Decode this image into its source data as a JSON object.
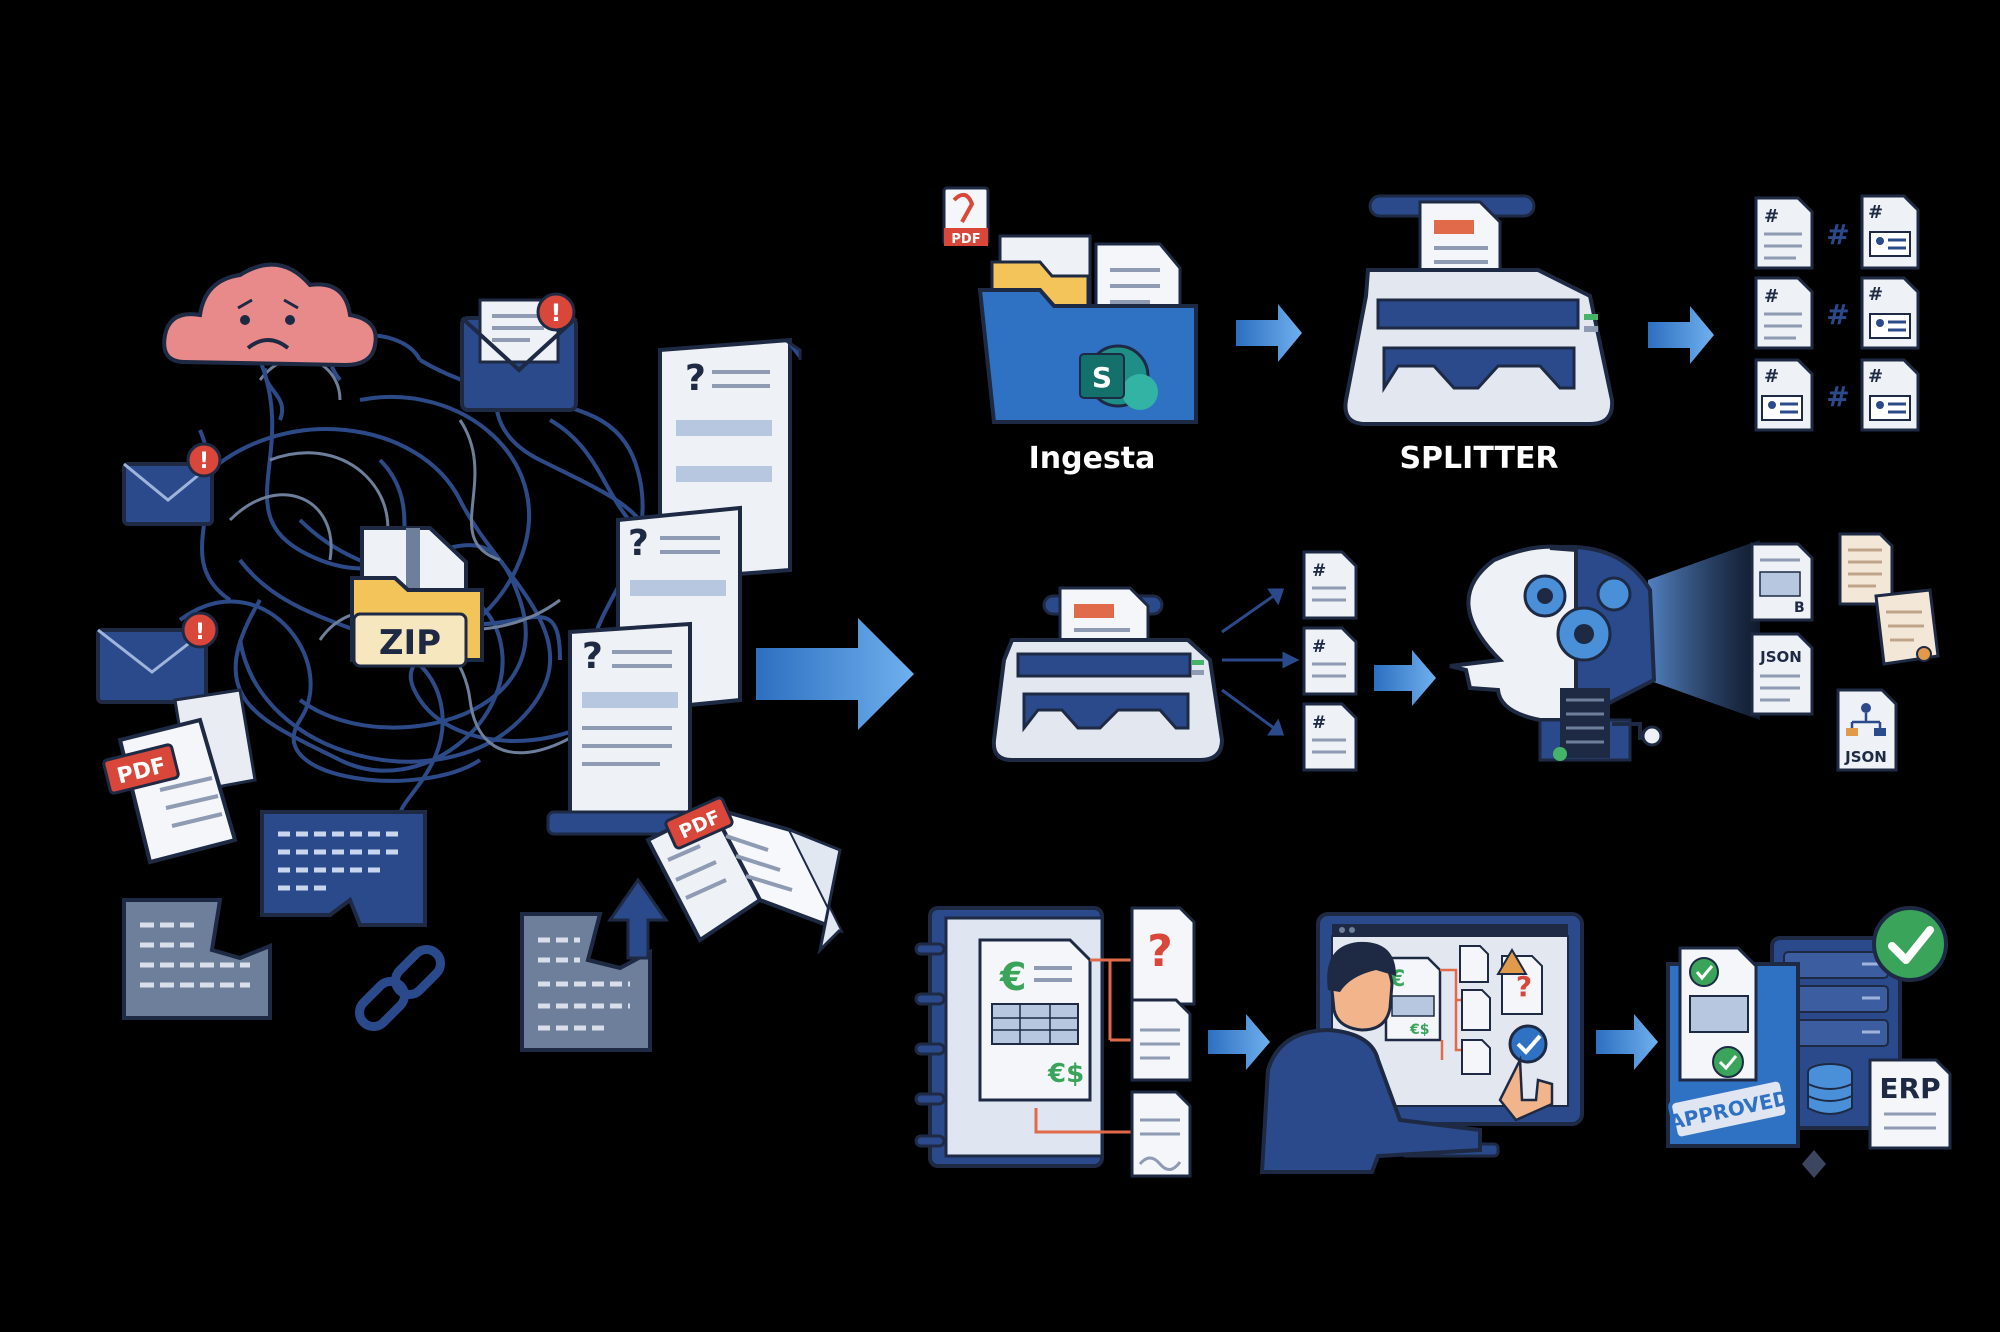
{
  "colors": {
    "background": "#000000",
    "navy": "#2b4a8c",
    "navy_dark": "#1c2f5e",
    "arrow_blue": "#4a90d9",
    "paper": "#e9edf3",
    "outline": "#1e2a44",
    "warning_red": "#d9473a",
    "folder_yellow": "#f2c45a",
    "cloud_pink": "#e88a8a",
    "approved_green": "#3aa55a"
  },
  "chaos": {
    "zip_label": "ZIP",
    "pdf_label_1": "PDF",
    "pdf_label_2": "PDF",
    "alert_mark": "!",
    "question_mark": "?"
  },
  "pipeline": {
    "row1": {
      "pdf_badge": "PDF",
      "ingest_label": "Ingesta",
      "sharepoint_letter": "S",
      "splitter_label": "SPLITTER",
      "hash_mark": "#"
    },
    "row2": {
      "hash_mark": "#",
      "json_label_1": "JSON",
      "json_label_2": "JSON",
      "doc_letter": "B"
    },
    "row3": {
      "euro_sign": "€",
      "euro_amount": "€$",
      "question_mark": "?",
      "review_euro_sign": "€",
      "review_euro_amount": "€$",
      "approved_label": "APPROVED",
      "erp_label": "ERP"
    }
  }
}
